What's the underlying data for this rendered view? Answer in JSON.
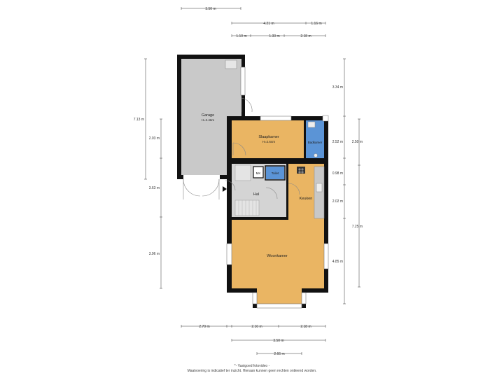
{
  "rooms": {
    "garage": {
      "name": "Garage",
      "height": "H=2.46m",
      "color": "#c9c9c9"
    },
    "slaapkamer": {
      "name": "Slaapkamer",
      "height": "H=2.64m",
      "color": "#eab563"
    },
    "badkamer": {
      "name": "Badkamer",
      "color": "#5b94d6"
    },
    "toilet": {
      "name": "Toilet",
      "color": "#5b94d6"
    },
    "mk": {
      "name": "MK"
    },
    "hal": {
      "name": "Hal",
      "color": "#d4d4d4"
    },
    "keuken": {
      "name": "Keuken",
      "color": "#eab563"
    },
    "woonkamer": {
      "name": "Woonkamer",
      "color": "#eab563"
    }
  },
  "dimensions": {
    "top_3_50": "3.50 m",
    "top_4_21": "4.21 m",
    "top_1_16": "1.16 m",
    "top_1_10": "1.10 m",
    "top_1_33": "1.33 m",
    "top_2_18": "2.18 m",
    "left_7_13": "7.13 m",
    "left_2_03": "2.03 m",
    "left_3_63": "3.63 m",
    "left_3_96": "3.96 m",
    "right_3_34": "3.34 m",
    "right_2_52": "2.52 m",
    "right_2_50": "2.50 m",
    "right_0_98": "0.98 m",
    "right_2_02": "2.02 m",
    "right_7_25": "7.25 m",
    "right_4_85": "4.85 m",
    "bottom_2_70": "2.70 m",
    "bottom_2_16": "2.16 m",
    "bottom_2_18": "2.18 m",
    "bottom_3_50": "3.50 m",
    "bottom_2_66": "2.66 m"
  },
  "footer": {
    "line1": "*- Vastgoed fotovideo -",
    "line2": "Maatvoering is indicatief ter inzicht. Hieraan kunnen geen rechten ontleend worden."
  },
  "colors": {
    "wall": "#111111",
    "dimline": "#333333"
  }
}
